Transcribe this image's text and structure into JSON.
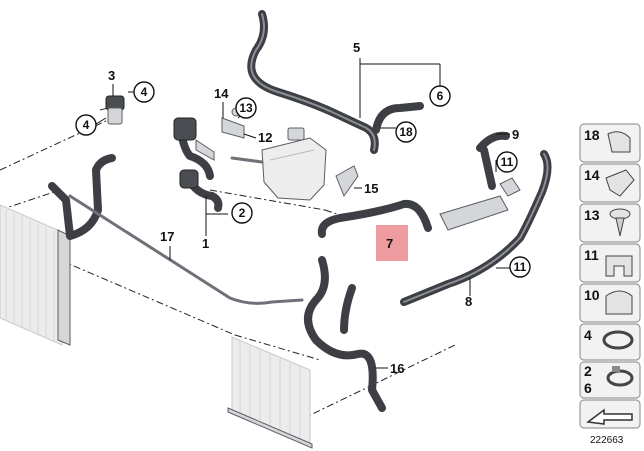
{
  "callouts": [
    {
      "id": "c1",
      "label": "1"
    },
    {
      "id": "c2",
      "label": "2"
    },
    {
      "id": "c3",
      "label": "3"
    },
    {
      "id": "c4a",
      "label": "4"
    },
    {
      "id": "c4b",
      "label": "4"
    },
    {
      "id": "c5",
      "label": "5"
    },
    {
      "id": "c6",
      "label": "6"
    },
    {
      "id": "c7",
      "label": "7"
    },
    {
      "id": "c8",
      "label": "8"
    },
    {
      "id": "c9",
      "label": "9"
    },
    {
      "id": "c11a",
      "label": "11"
    },
    {
      "id": "c11b",
      "label": "11"
    },
    {
      "id": "c12",
      "label": "12"
    },
    {
      "id": "c13",
      "label": "13"
    },
    {
      "id": "c14",
      "label": "14"
    },
    {
      "id": "c15",
      "label": "15"
    },
    {
      "id": "c16",
      "label": "16"
    },
    {
      "id": "c17",
      "label": "17"
    },
    {
      "id": "c18",
      "label": "18"
    }
  ],
  "legend": [
    {
      "label": "18",
      "icon": "hose-clamp-clip-icon"
    },
    {
      "label": "14",
      "icon": "clip-icon"
    },
    {
      "label": "13",
      "icon": "screw-icon"
    },
    {
      "label": "11",
      "icon": "retaining-clip-icon"
    },
    {
      "label": "10",
      "icon": "clip-icon"
    },
    {
      "label": "4",
      "icon": "spring-clamp-icon"
    },
    {
      "label": "2",
      "label2": "6",
      "icon": "spring-clamp-pair-icon"
    }
  ],
  "highlight_color": "#ee9c9f",
  "reference_number": "222663"
}
